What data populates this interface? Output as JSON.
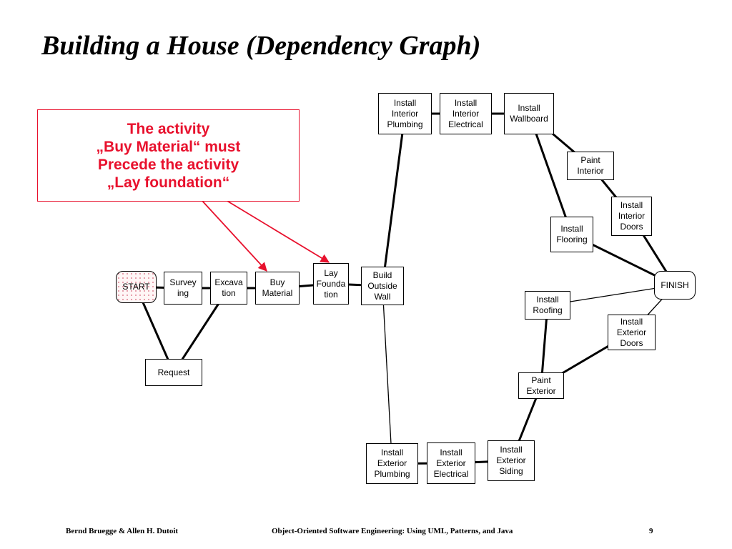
{
  "title": "Building a House (Dependency Graph)",
  "callout": {
    "lines": [
      "The activity",
      "„Buy Material“ must",
      "Precede the activity",
      "„Lay foundation“"
    ]
  },
  "nodes": {
    "start": [
      "START"
    ],
    "surveying": [
      "Survey",
      "ing"
    ],
    "excavation": [
      "Excava",
      "tion"
    ],
    "buy_material": [
      "Buy",
      "Material"
    ],
    "lay_foundation": [
      "Lay",
      "Founda",
      "tion"
    ],
    "build_outside_wall": [
      "Build",
      "Outside",
      "Wall"
    ],
    "request": [
      "Request"
    ],
    "install_interior_plumbing": [
      "Install",
      "Interior",
      "Plumbing"
    ],
    "install_interior_electrical": [
      "Install",
      "Interior",
      "Electrical"
    ],
    "install_wallboard": [
      "Install",
      "Wallboard"
    ],
    "paint_interior": [
      "Paint",
      "Interior"
    ],
    "install_interior_doors": [
      "Install",
      "Interior",
      "Doors"
    ],
    "install_flooring": [
      "Install",
      "Flooring"
    ],
    "finish": [
      "FINISH"
    ],
    "install_roofing": [
      "Install",
      "Roofing"
    ],
    "install_exterior_doors": [
      "Install",
      "Exterior",
      "Doors"
    ],
    "paint_exterior": [
      "Paint",
      "Exterior"
    ],
    "install_exterior_plumbing": [
      "Install",
      "Exterior",
      "Plumbing"
    ],
    "install_exterior_electrical": [
      "Install",
      "Exterior",
      "Electrical"
    ],
    "install_exterior_siding": [
      "Install",
      "Exterior",
      "Siding"
    ]
  },
  "edges": [
    [
      "start",
      "surveying"
    ],
    [
      "surveying",
      "excavation"
    ],
    [
      "excavation",
      "buy_material"
    ],
    [
      "buy_material",
      "lay_foundation"
    ],
    [
      "lay_foundation",
      "build_outside_wall"
    ],
    [
      "start",
      "request"
    ],
    [
      "request",
      "excavation"
    ],
    [
      "build_outside_wall",
      "install_interior_plumbing"
    ],
    [
      "install_interior_plumbing",
      "install_interior_electrical"
    ],
    [
      "install_interior_electrical",
      "install_wallboard"
    ],
    [
      "install_wallboard",
      "paint_interior"
    ],
    [
      "install_wallboard",
      "install_flooring"
    ],
    [
      "paint_interior",
      "install_interior_doors"
    ],
    [
      "install_interior_doors",
      "finish"
    ],
    [
      "install_flooring",
      "finish"
    ],
    [
      "build_outside_wall",
      "install_exterior_plumbing"
    ],
    [
      "install_exterior_plumbing",
      "install_exterior_electrical"
    ],
    [
      "install_exterior_electrical",
      "install_exterior_siding"
    ],
    [
      "install_exterior_siding",
      "paint_exterior"
    ],
    [
      "paint_exterior",
      "install_roofing"
    ],
    [
      "paint_exterior",
      "install_exterior_doors"
    ],
    [
      "install_roofing",
      "finish"
    ],
    [
      "install_exterior_doors",
      "finish"
    ]
  ],
  "annotation_colors": {
    "callout": "#e8112d"
  },
  "footer": {
    "authors": "Bernd Bruegge & Allen H. Dutoit",
    "book": "Object-Oriented Software Engineering: Using UML, Patterns, and Java",
    "page": "9"
  }
}
